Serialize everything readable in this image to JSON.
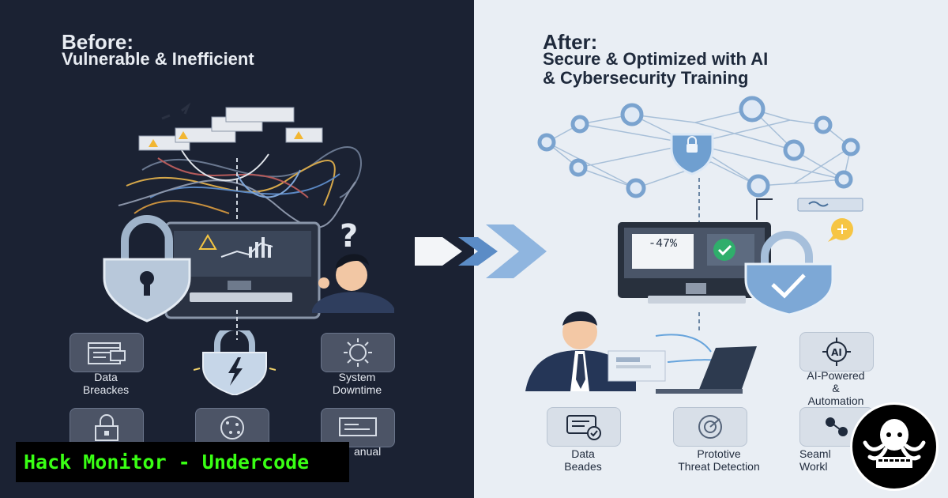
{
  "before": {
    "title": "Before:",
    "subtitle": "Vulnerable & Inefficient",
    "items": [
      {
        "label_1": "Data",
        "label_2": "Breackes",
        "icon": "browser-window-icon"
      },
      {
        "label_1": "",
        "label_2": "",
        "icon": "broken-lock-shield-icon"
      },
      {
        "label_1": "System",
        "label_2": "Downtime",
        "icon": "burst-icon"
      },
      {
        "label_1": "",
        "label_2": "",
        "icon": "padlock-icon"
      },
      {
        "label_1": "",
        "label_2": "",
        "icon": "scatter-icon"
      },
      {
        "label_1": "anual",
        "label_2": "",
        "icon": "terminal-icon"
      }
    ]
  },
  "after": {
    "title": "After:",
    "subtitle_1": "Secure & Optimized with AI",
    "subtitle_2": "& Cybersecurity Training",
    "monitor_value": "-47%",
    "items": [
      {
        "label_1": "AI-Powered",
        "label_2": "&",
        "label_3": "Automation",
        "icon": "ai-chip-icon"
      },
      {
        "label_1": "Data",
        "label_2": "Beades",
        "icon": "chat-check-icon"
      },
      {
        "label_1": "Prototive",
        "label_2": "Threat Detection",
        "icon": "radar-icon"
      },
      {
        "label_1": "Seaml",
        "label_2": "Workl",
        "icon": "workflow-icon"
      }
    ]
  },
  "footer": {
    "brand_text": "Hack Monitor - Undercode"
  },
  "colors": {
    "left_bg": "#1b2233",
    "right_bg": "#e9eef4",
    "brand_green": "#39ff14",
    "accent_blue": "#6f9fd0",
    "accent_green": "#2fae6b",
    "accent_yellow": "#f6c544"
  }
}
